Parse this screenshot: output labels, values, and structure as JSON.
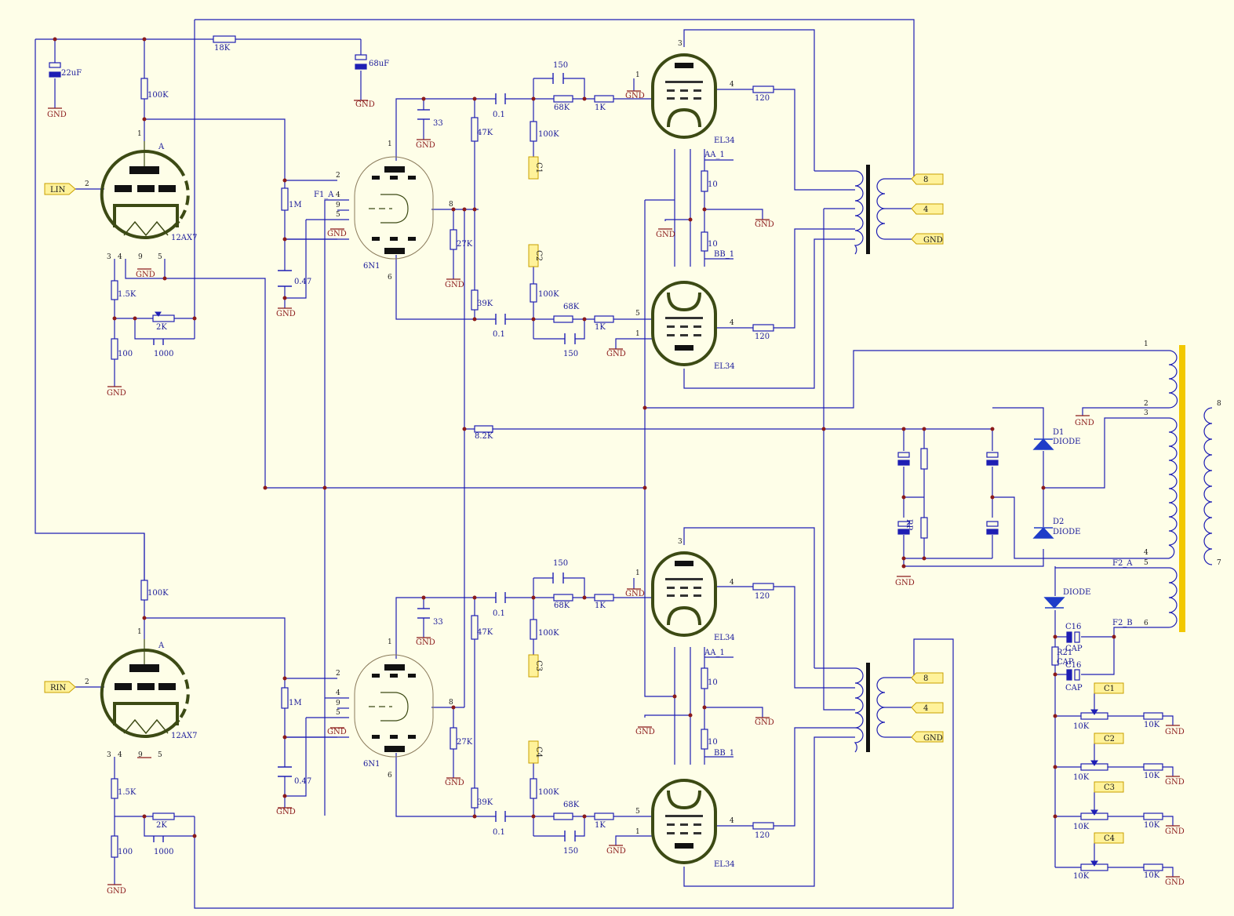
{
  "colors": {
    "background": "#fefee8",
    "wire": "#1e1eb4",
    "tube": "#3c4a14",
    "tube_small": "#8a7a5a",
    "ground": "#8b1a1a",
    "port_fill": "#fff29a",
    "transformer_core": "#f2c800",
    "diode": "#1e3cc8"
  },
  "labels": {
    "gnd": "GND",
    "tube_12ax7": "12AX7",
    "tube_6n1": "6N1",
    "tube_el34": "EL34",
    "plate_a": "A",
    "r_18k": "18K",
    "c_22uf": "22uF",
    "c_68uf": "68uF",
    "r_100k": "100K",
    "r_1m": "1M",
    "c_047": "0.47",
    "r_15k": "1.5K",
    "r_2k": "2K",
    "r_100": "100",
    "c_1000": "1000",
    "c_33": "33",
    "r_47k": "47K",
    "r_27k": "27K",
    "r_39k": "39K",
    "c_01": "0.1",
    "r_68k": "68K",
    "c_150": "150",
    "r_1k": "1K",
    "r_120": "120",
    "r_10": "10",
    "r_82k": "8.2K",
    "aa1": "AA_1",
    "bb1": "BB_1",
    "f1a": "F1_A",
    "f2a": "F2_A",
    "f2b": "F2_B",
    "d1": "D1",
    "d2": "D2",
    "diode": "DIODE",
    "c16": "C16",
    "r21": "R21",
    "cap": "CAP",
    "r_10k": "10K",
    "rp": "RP"
  },
  "ports": {
    "lin": "LIN",
    "rin": "RIN",
    "c1": "C1",
    "c2": "C2",
    "c3": "C3",
    "c4": "C4",
    "out8": "8",
    "out4": "4",
    "outgnd": "GND"
  },
  "pins": {
    "p1": "1",
    "p2": "2",
    "p3": "3",
    "p4": "4",
    "p5": "5",
    "p6": "6",
    "p7": "7",
    "p8": "8",
    "p9": "9"
  }
}
